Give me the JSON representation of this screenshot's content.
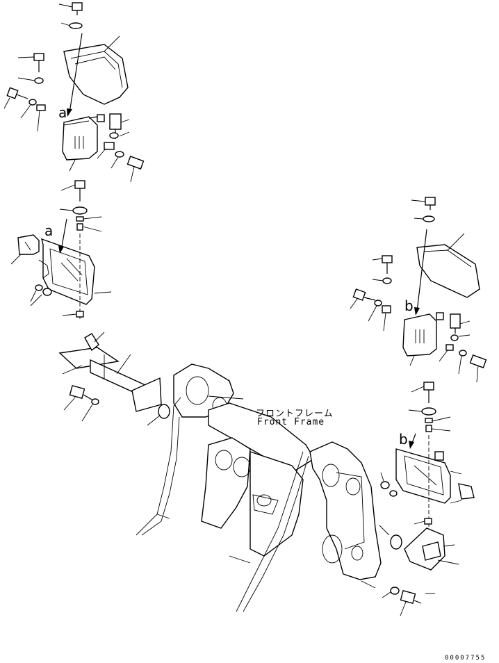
{
  "label_jp": "フロントフレーム",
  "label_en": "Front Frame",
  "callout_a": "a",
  "callout_b": "b",
  "drawing_number": "00007755"
}
